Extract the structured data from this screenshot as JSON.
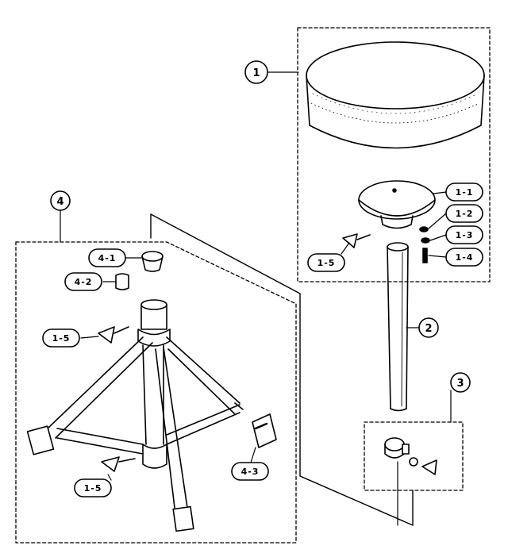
{
  "diagram": {
    "groups": [
      {
        "id": "g1",
        "number": "1"
      },
      {
        "id": "g2",
        "number": "2"
      },
      {
        "id": "g3",
        "number": "3"
      },
      {
        "id": "g4",
        "number": "4"
      }
    ],
    "callouts": {
      "c11": "1-1",
      "c12": "1-2",
      "c13": "1-3",
      "c14": "1-4",
      "c15_top": "1-5",
      "c15_mid": "1-5",
      "c15_bot": "1-5",
      "c41": "4-1",
      "c42": "4-2",
      "c43": "4-3"
    }
  }
}
